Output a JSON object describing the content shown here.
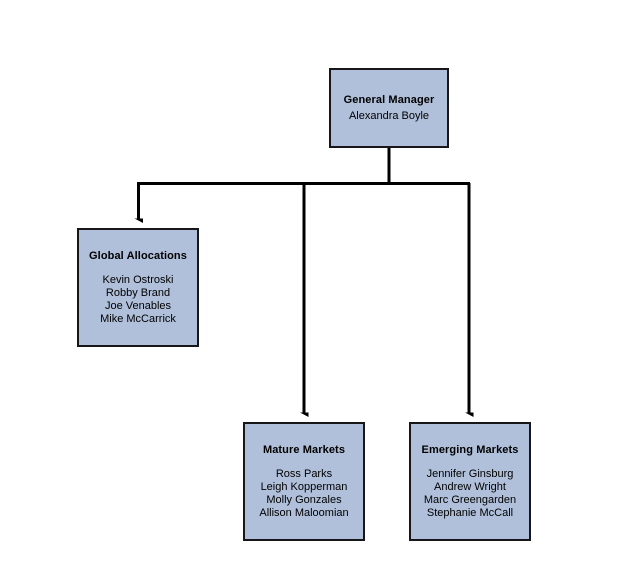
{
  "diagram": {
    "type": "organizational-chart",
    "title": "",
    "background_color": "#ffffff",
    "box_fill_color": "#b0c0da",
    "box_border_color": "#17171a",
    "connector_color": "#000000",
    "text_color": "#000000"
  },
  "nodes": {
    "general_manager": {
      "title": "General Manager",
      "members": [
        "Alexandra Boyle"
      ]
    },
    "global_allocations": {
      "title": "Global Allocations",
      "members": [
        "Kevin Ostroski",
        "Robby Brand",
        "Joe Venables",
        "Mike McCarrick"
      ]
    },
    "mature_markets": {
      "title": "Mature Markets",
      "members": [
        "Ross Parks",
        "Leigh Kopperman",
        "Molly Gonzales",
        "Allison Maloomian"
      ]
    },
    "emerging_markets": {
      "title": "Emerging Markets",
      "members": [
        "Jennifer Ginsburg",
        "Andrew Wright",
        "Marc Greengarden",
        "Stephanie McCall"
      ]
    }
  },
  "connectors": [
    {
      "from": "general_manager",
      "to": "global_allocations"
    },
    {
      "from": "general_manager",
      "to": "mature_markets"
    },
    {
      "from": "general_manager",
      "to": "emerging_markets"
    }
  ]
}
